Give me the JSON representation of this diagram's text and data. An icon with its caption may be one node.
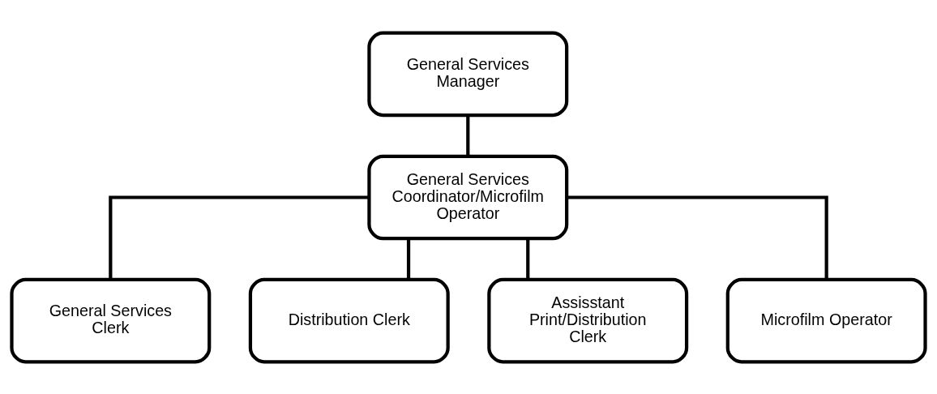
{
  "diagram": {
    "nodes": [
      {
        "text": [
          "General Services Manager"
        ]
      },
      {
        "text": [
          "General Services Coordinator/Microfilm Operator"
        ]
      },
      {
        "text": [
          "General Services Clerk"
        ]
      },
      {
        "text": [
          "Distribution Clerk"
        ]
      },
      {
        "text": [
          "Assisstant Print/Distribution Clerk"
        ]
      },
      {
        "text": [
          "Microfilm Operator"
        ]
      }
    ],
    "edges": [
      {
        "from": 0,
        "to": 1,
        "arrow": "none"
      },
      {
        "from": 1,
        "to": 2,
        "arrow": "none"
      },
      {
        "from": 1,
        "to": 3,
        "arrow": "none"
      },
      {
        "from": 1,
        "to": 4,
        "arrow": "none"
      },
      {
        "from": 1,
        "to": 5,
        "arrow": "none"
      }
    ]
  }
}
